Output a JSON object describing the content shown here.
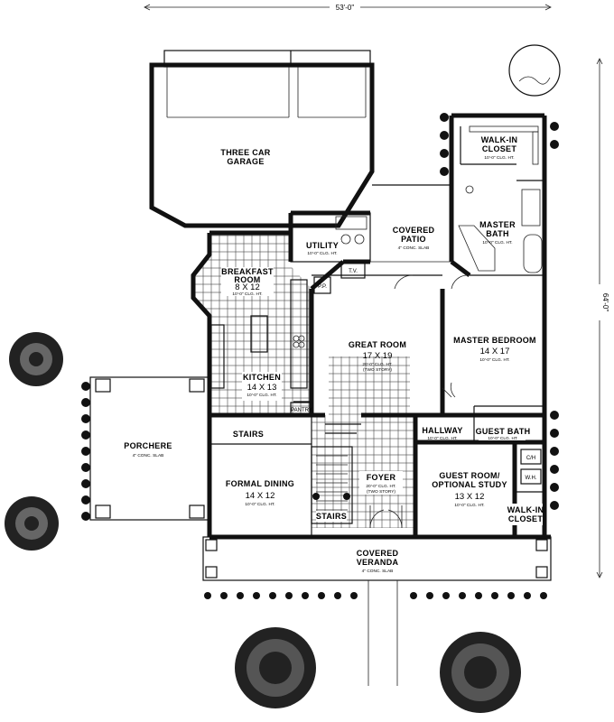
{
  "dimensions": {
    "width": "53'-0\"",
    "depth": "64'-0\""
  },
  "rooms": {
    "garage": {
      "name1": "THREE CAR",
      "name2": "GARAGE"
    },
    "walkin_closet": {
      "name1": "WALK-IN",
      "name2": "CLOSET",
      "note": "10'-0\" CLG. HT."
    },
    "master_bath": {
      "name1": "MASTER",
      "name2": "BATH",
      "note": "10'-0\" CLG. HT."
    },
    "covered_patio": {
      "name1": "COVERED",
      "name2": "PATIO",
      "note": "4\" CONC. SLAB"
    },
    "utility": {
      "name": "UTILITY",
      "note": "10'-0\" CLG. HT."
    },
    "breakfast": {
      "name1": "BREAKFAST",
      "name2": "ROOM",
      "dim": "8 X 12",
      "note": "10'-0\" CLG. HT."
    },
    "great_room": {
      "name": "GREAT ROOM",
      "dim": "17 X 19",
      "note1": "20'-0\" CLG. HT.",
      "note2": "(TWO STORY)"
    },
    "master_bedroom": {
      "name": "MASTER BEDROOM",
      "dim": "14 X 17",
      "note": "10'-0\" CLG. HT."
    },
    "kitchen": {
      "name": "KITCHEN",
      "dim": "14 X 13",
      "note": "10'-0\" CLG. HT."
    },
    "pantry": {
      "name": "PANTRY"
    },
    "hallway": {
      "name": "HALLWAY",
      "note": "10'-0\" CLG. HT."
    },
    "guest_bath": {
      "name": "GUEST BATH",
      "note": "10'-0\" CLG. HT."
    },
    "porchere": {
      "name": "PORCHERE",
      "note": "4\" CONC. SLAB"
    },
    "stairs_upper": {
      "name": "STAIRS"
    },
    "stairs_lower": {
      "name": "STAIRS"
    },
    "formal_dining": {
      "name": "FORMAL DINING",
      "dim": "14 X 12",
      "note": "10'-0\" CLG. HT."
    },
    "foyer": {
      "name": "FOYER",
      "note1": "20'-0\" CLG. HT.",
      "note2": "(TWO STORY)"
    },
    "guest_room": {
      "name1": "GUEST ROOM/",
      "name2": "OPTIONAL STUDY",
      "dim": "13 X 12",
      "note": "10'-0\" CLG. HT."
    },
    "walkin_closet2": {
      "name1": "WALK-IN",
      "name2": "CLOSET"
    },
    "veranda": {
      "name1": "COVERED",
      "name2": "VERANDA",
      "note": "4\" CONC. SLAB"
    }
  },
  "fixtures": {
    "tv": "T.V.",
    "pp": "P.P.",
    "cp": "C/H",
    "wh": "W.H."
  }
}
